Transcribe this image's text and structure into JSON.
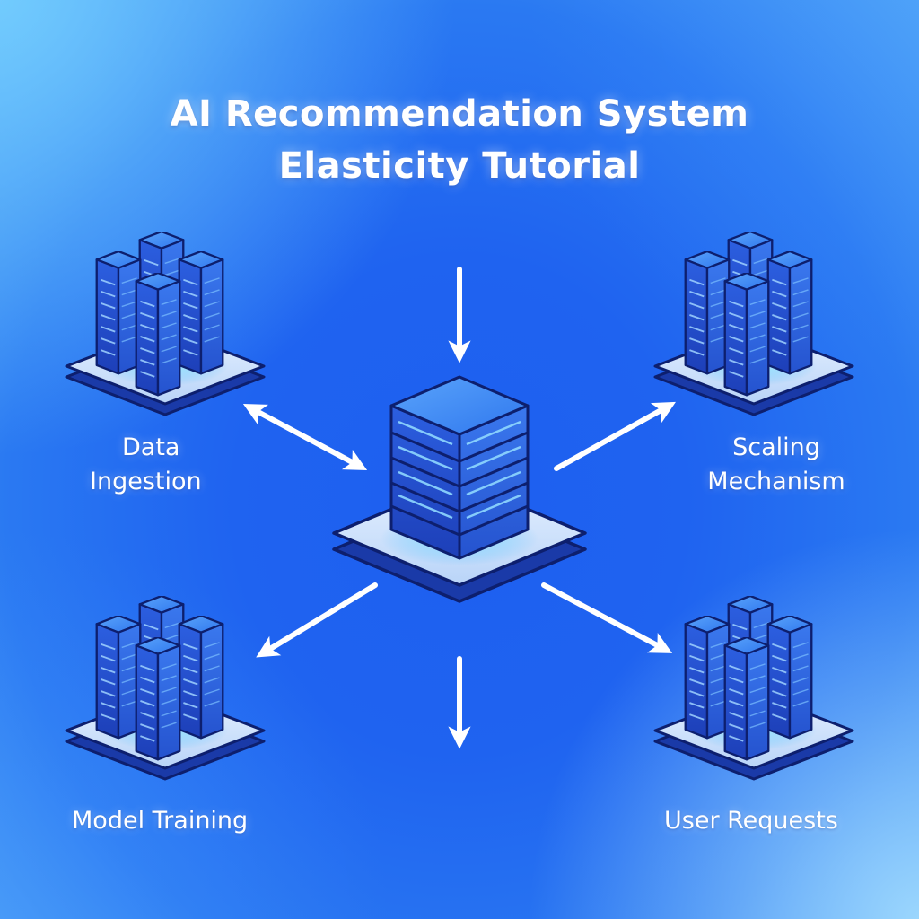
{
  "title": {
    "line1": "AI Recommendation System",
    "line2": "Elasticity Tutorial"
  },
  "nodes": {
    "data_ingestion": {
      "line1": "Data",
      "line2": "Ingestion"
    },
    "scaling_mechanism": {
      "line1": "Scaling",
      "line2": "Mechanism"
    },
    "model_training": {
      "label": "Model Training"
    },
    "user_requests": {
      "label": "User Requests"
    }
  },
  "icons": {
    "central": "server-stack-icon",
    "cluster": "server-cluster-icon",
    "arrow": "arrow-icon"
  },
  "colors": {
    "background": "#1f63f0",
    "server_body": "#2452d6",
    "server_top": "#3d8bf5",
    "platform": "#cfe3fb",
    "outline": "#0d1f6e",
    "arrow": "#ffffff"
  }
}
